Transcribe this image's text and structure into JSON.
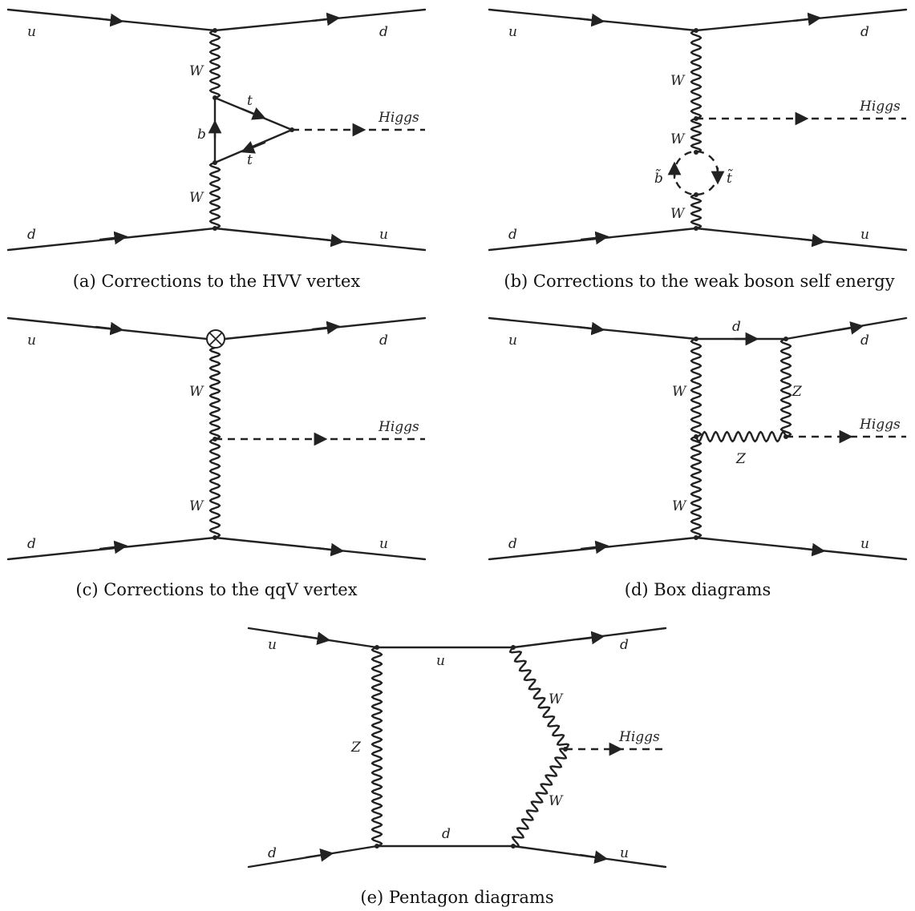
{
  "diagrams": {
    "a": {
      "caption": "(a) Corrections to the HVV vertex",
      "labels": {
        "u_in": "u",
        "d_out": "d",
        "d_in": "d",
        "u_out": "u",
        "higgs": "Higgs",
        "w_top": "W",
        "w_bottom": "W",
        "b": "b",
        "t_top": "t",
        "t_bottom": "t"
      }
    },
    "b": {
      "caption": "(b) Corrections to the weak boson self energy",
      "labels": {
        "u_in": "u",
        "d_out": "d",
        "d_in": "d",
        "u_out": "u",
        "higgs": "Higgs",
        "w_top": "W",
        "w_mid": "W",
        "w_bottom": "W",
        "sbottom": "b̃",
        "stop": "t̃"
      }
    },
    "c": {
      "caption": "(c) Corrections to the qqV vertex",
      "labels": {
        "u_in": "u",
        "d_out": "d",
        "d_in": "d",
        "u_out": "u",
        "higgs": "Higgs",
        "w_top": "W",
        "w_bottom": "W"
      }
    },
    "d": {
      "caption": "(d) Box diagrams",
      "labels": {
        "u_in": "u",
        "d_out": "d",
        "d_in": "d",
        "u_out": "u",
        "higgs": "Higgs",
        "d_internal": "d",
        "w_top": "W",
        "w_bottom": "W",
        "z_right": "Z",
        "z_bottom": "Z"
      }
    },
    "e": {
      "caption": "(e) Pentagon diagrams",
      "labels": {
        "u_in": "u",
        "d_out": "d",
        "d_in": "d",
        "u_out": "u",
        "higgs": "Higgs",
        "u_internal": "u",
        "d_internal": "d",
        "z": "Z",
        "w_top": "W",
        "w_bottom": "W"
      }
    }
  }
}
